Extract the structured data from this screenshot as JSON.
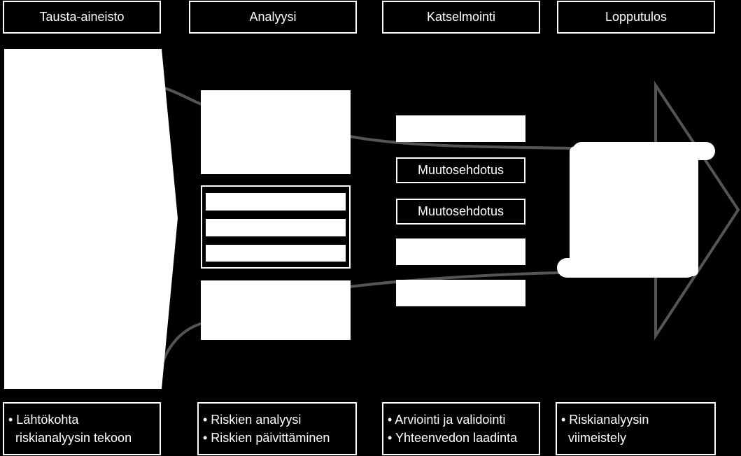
{
  "headers": [
    {
      "label": "Tausta-aineisto"
    },
    {
      "label": "Analyysi"
    },
    {
      "label": "Katselmointi"
    },
    {
      "label": "Lopputulos"
    }
  ],
  "review_items": [
    {
      "label": ""
    },
    {
      "label": "Muutosehdotus"
    },
    {
      "label": "Muutosehdotus"
    },
    {
      "label": ""
    },
    {
      "label": ""
    }
  ],
  "footers": [
    {
      "lines": [
        "• Lähtökohta",
        "riskianalyysin tekoon"
      ]
    },
    {
      "lines": [
        "• Riskien analyysi",
        "• Riskien päivittäminen"
      ]
    },
    {
      "lines": [
        "•  Arviointi ja validointi",
        "• Yhteenvedon laadinta"
      ]
    },
    {
      "lines": [
        "• Riskianalyysin",
        "viimeistely"
      ]
    }
  ],
  "colors": {
    "background": "#000000",
    "foreground": "#ffffff",
    "connector": "#555555"
  }
}
